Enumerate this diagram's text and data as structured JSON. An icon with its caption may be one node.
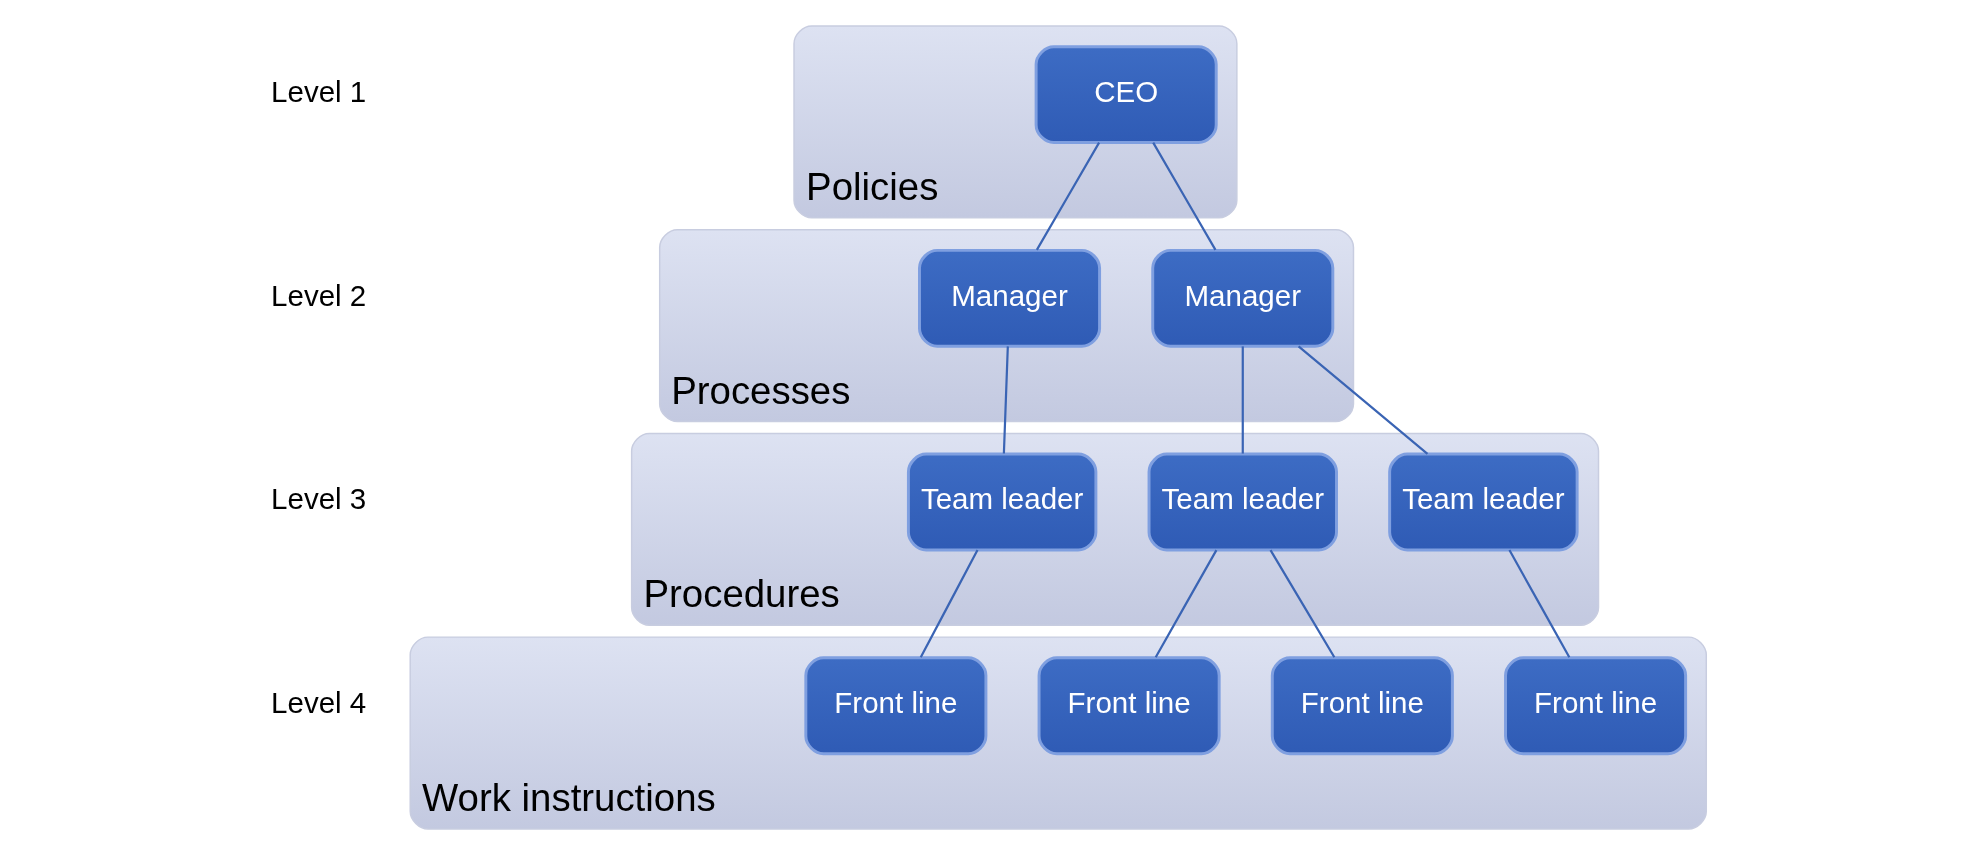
{
  "diagram": {
    "nodes": [
      {
        "text": [
          "Policies"
        ]
      },
      {
        "text": [
          "CEO"
        ],
        "in": 0
      },
      {
        "text": [
          "Processes"
        ]
      },
      {
        "text": [
          "Manager"
        ],
        "in": 2
      },
      {
        "text": [
          "Manager"
        ],
        "in": 2
      },
      {
        "text": [
          "Procedures"
        ]
      },
      {
        "text": [
          "Team leader"
        ],
        "in": 5
      },
      {
        "text": [
          "Team leader"
        ],
        "in": 5
      },
      {
        "text": [
          "Team leader"
        ],
        "in": 5
      },
      {
        "text": [
          "Work instructions"
        ]
      },
      {
        "text": [
          "Front line"
        ],
        "in": 9
      },
      {
        "text": [
          "Front line"
        ],
        "in": 9
      },
      {
        "text": [
          "Front line"
        ],
        "in": 9
      },
      {
        "text": [
          "Front line"
        ],
        "in": 9
      }
    ],
    "edges": [
      {
        "from": 1,
        "to": 3,
        "arrow": "none"
      },
      {
        "from": 1,
        "to": 4,
        "arrow": "none"
      },
      {
        "from": 3,
        "to": 6,
        "arrow": "none"
      },
      {
        "from": 3,
        "to": 7,
        "arrow": "none"
      },
      {
        "from": 4,
        "to": 8,
        "arrow": "none"
      },
      {
        "from": 6,
        "to": 10,
        "arrow": "none"
      },
      {
        "from": 7,
        "to": 11,
        "arrow": "none"
      },
      {
        "from": 7,
        "to": 12,
        "arrow": "none"
      },
      {
        "from": 8,
        "to": 13,
        "arrow": "none"
      }
    ],
    "labels": [
      "Level 1",
      "Level 2",
      "Level 3",
      "Level 4"
    ]
  }
}
